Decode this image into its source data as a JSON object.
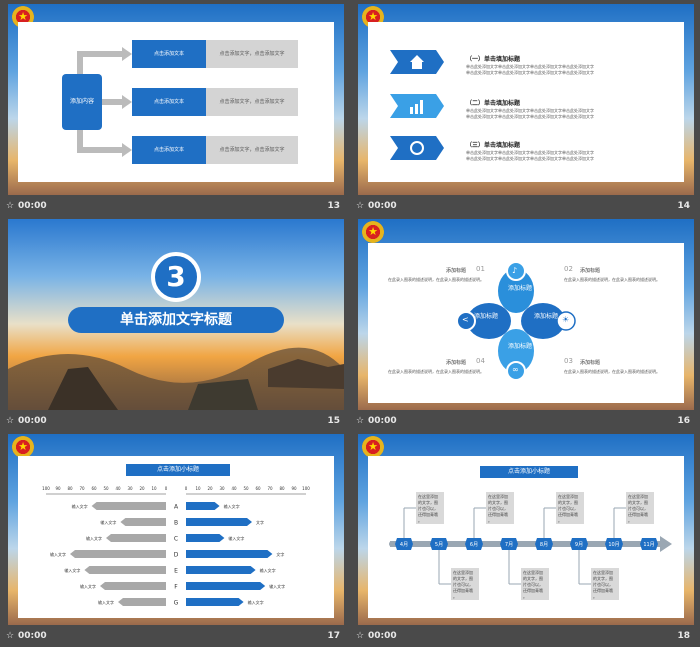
{
  "footer": {
    "time": "00:00",
    "star": "☆",
    "slide_numbers": [
      "13",
      "14",
      "15",
      "16",
      "17",
      "18"
    ]
  },
  "slide13": {
    "center_label": "添加内容",
    "boxes": [
      {
        "label": "点击添加文本",
        "text": "点击添加文字，点击添加文字"
      },
      {
        "label": "点击添加文本",
        "text": "点击添加文字，点击添加文字"
      },
      {
        "label": "点击添加文本",
        "text": "点击添加文字，点击添加文字"
      }
    ]
  },
  "slide14": {
    "items": [
      {
        "icon": "home-icon",
        "title": "（一）单击填加标题",
        "lines": [
          "单击此处添加文字单击此处添加文字单击此处添加文字单击此处添加文字",
          "单击此处添加文字单击此处添加文字单击此处添加文字单击此处添加文字"
        ]
      },
      {
        "icon": "chart-icon",
        "title": "（二）单击填加标题",
        "lines": [
          "单击此处添加文字单击此处添加文字单击此处添加文字单击此处添加文字",
          "单击此处添加文字单击此处添加文字单击此处添加文字单击此处添加文字"
        ]
      },
      {
        "icon": "settings-icon",
        "title": "（三）单击填加标题",
        "lines": [
          "单击此处添加文字单击此处添加文字单击此处添加文字单击此处添加文字",
          "单击此处添加文字单击此处添加文字单击此处添加文字单击此处添加文字"
        ]
      }
    ]
  },
  "slide15": {
    "number": "3",
    "title": "单击添加文字标题"
  },
  "slide16": {
    "items": [
      {
        "title": "添加标题",
        "num": "01",
        "desc": "在此录入图表的描述说明，在此录入图表的描述说明。"
      },
      {
        "title": "添加标题",
        "num": "02",
        "desc": "在此录入图表的描述说明，在此录入图表的描述说明。"
      },
      {
        "title": "添加标题",
        "num": "03",
        "desc": "在此录入图表的描述说明，在此录入图表的描述说明。"
      },
      {
        "title": "添加标题",
        "num": "04",
        "desc": "在此录入图表的描述说明，在此录入图表的描述说明。"
      }
    ],
    "petals": [
      {
        "title": "添加标题",
        "desc": "在此录入图表的描述说明，在此录入图表的描述说明"
      },
      {
        "title": "添加标题",
        "desc": "在此录入图表的描述说明，在此录入图表的描述说明"
      },
      {
        "title": "添加标题",
        "desc": "在此录入图表的描述说明，在此录入图表的描述说明"
      },
      {
        "title": "添加标题",
        "desc": "在此录入图表的描述说明，在此录入图表的描述说明"
      }
    ]
  },
  "slide17": {
    "title": "点击添加小标题",
    "axis_left": [
      "100",
      "90",
      "80",
      "70",
      "60",
      "50",
      "40",
      "30",
      "20",
      "10",
      "0"
    ],
    "axis_right": [
      "0",
      "10",
      "20",
      "30",
      "40",
      "50",
      "60",
      "70",
      "80",
      "90",
      "100"
    ],
    "categories": [
      "A",
      "B",
      "C",
      "D",
      "E",
      "F",
      "G"
    ],
    "left_labels": [
      "输入文字",
      "输入文字",
      "输入文字",
      "输入文字",
      "输入文字",
      "输入文字",
      "输入文字"
    ],
    "right_labels": [
      "输入文字",
      "文字",
      "输入文字",
      "文字",
      "输入文字",
      "输入文字",
      "输入文字"
    ],
    "left_values": [
      62,
      38,
      50,
      80,
      68,
      55,
      40
    ],
    "right_values": [
      28,
      55,
      32,
      72,
      58,
      66,
      48
    ]
  },
  "slide18": {
    "title": "点击添加小标题",
    "months": [
      "4月",
      "5月",
      "6月",
      "7月",
      "8月",
      "9月",
      "10月",
      "11月"
    ],
    "note": "在这里添加的文字，图片也可以，还得加青哦。"
  }
}
